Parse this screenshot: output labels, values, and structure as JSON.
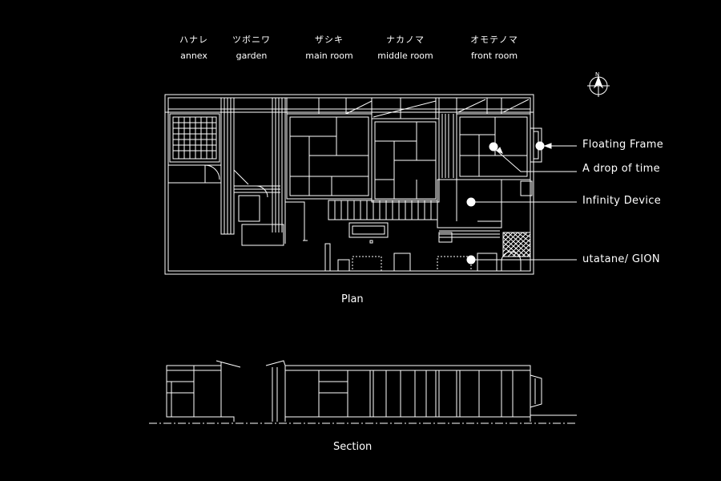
{
  "rooms": [
    {
      "jp": "ハナレ",
      "en": "annex"
    },
    {
      "jp": "ツボニワ",
      "en": "garden"
    },
    {
      "jp": "ザシキ",
      "en": "main room"
    },
    {
      "jp": "ナカノマ",
      "en": "middle room"
    },
    {
      "jp": "オモテノマ",
      "en": "front room"
    }
  ],
  "compass": {
    "label": "N"
  },
  "callouts": [
    {
      "label": "Floating Frame"
    },
    {
      "label": "A drop of time"
    },
    {
      "label": "Infinity Device"
    },
    {
      "label": "utatane/ GION"
    }
  ],
  "captions": {
    "plan": "Plan",
    "section": "Section"
  },
  "colors": {
    "background": "#000000",
    "line": "#ffffff"
  }
}
